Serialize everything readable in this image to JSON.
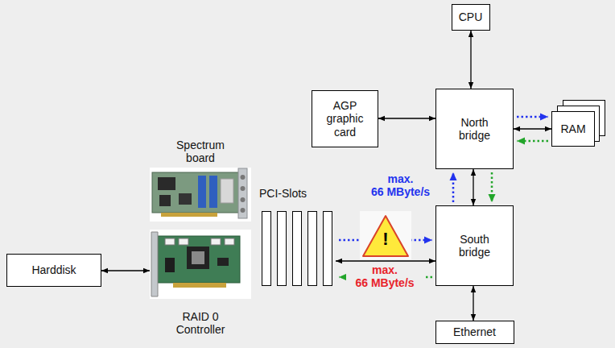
{
  "diagram": {
    "nodes": [
      {
        "text": [
          "CPU"
        ]
      },
      {
        "text": [
          "AGP graphic card"
        ]
      },
      {
        "text": [
          "North bridge"
        ]
      },
      {
        "text": [
          "RAM"
        ]
      },
      {
        "text": [
          "Spectrum board"
        ]
      },
      {
        "text": [
          "PCI-Slots"
        ]
      },
      {
        "text": [
          "South bridge"
        ]
      },
      {
        "text": [
          "Harddisk"
        ]
      },
      {
        "text": [
          "RAID 0 Controller"
        ]
      },
      {
        "text": [
          "Ethernet"
        ]
      }
    ],
    "edges": [
      {
        "from": 0,
        "to": 2,
        "arrow": "both"
      },
      {
        "from": 1,
        "to": 2,
        "arrow": "both"
      },
      {
        "from": 2,
        "to": 3,
        "arrow": "both"
      },
      {
        "from": 2,
        "to": 6,
        "arrow": "both"
      },
      {
        "from": 6,
        "to": 9,
        "arrow": "both"
      },
      {
        "from": 5,
        "to": 6,
        "arrow": "both"
      },
      {
        "from": 7,
        "to": 8,
        "arrow": "both"
      },
      {
        "from": 5,
        "to": 6,
        "arrow": "to"
      },
      {
        "from": 6,
        "to": 2,
        "arrow": "to"
      },
      {
        "from": 2,
        "to": 3,
        "arrow": "to"
      },
      {
        "from": 3,
        "to": 2,
        "arrow": "to"
      },
      {
        "from": 2,
        "to": 6,
        "arrow": "to"
      },
      {
        "from": 6,
        "to": 5,
        "arrow": "to"
      }
    ],
    "labels": [
      "max. 66 MByte/s",
      "!",
      "max. 66 MByte/s"
    ]
  }
}
